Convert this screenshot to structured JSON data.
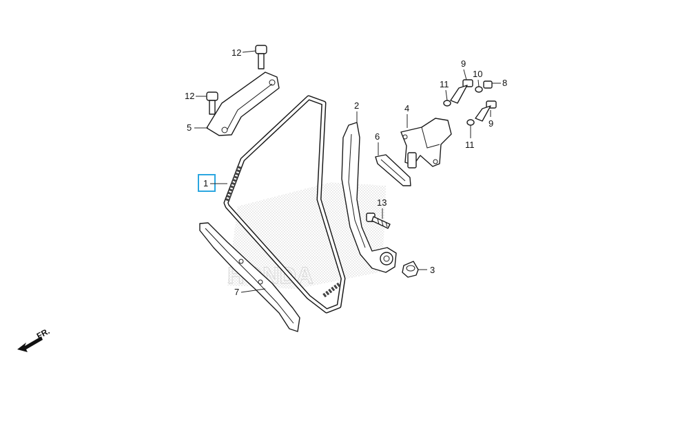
{
  "diagram": {
    "callouts": [
      {
        "id": "1",
        "label": "1"
      },
      {
        "id": "2",
        "label": "2"
      },
      {
        "id": "3",
        "label": "3"
      },
      {
        "id": "4",
        "label": "4"
      },
      {
        "id": "5",
        "label": "5"
      },
      {
        "id": "6",
        "label": "6"
      },
      {
        "id": "7",
        "label": "7"
      },
      {
        "id": "8",
        "label": "8"
      },
      {
        "id": "9a",
        "label": "9"
      },
      {
        "id": "9b",
        "label": "9"
      },
      {
        "id": "10",
        "label": "10"
      },
      {
        "id": "11a",
        "label": "11"
      },
      {
        "id": "11b",
        "label": "11"
      },
      {
        "id": "12a",
        "label": "12"
      },
      {
        "id": "12b",
        "label": "12"
      },
      {
        "id": "13",
        "label": "13"
      }
    ],
    "highlighted_callout": "1",
    "highlight_color": "#2aa6e0",
    "direction_indicator": {
      "label": "FR.",
      "icon": "arrow-left-down-icon"
    },
    "watermark_text": "HONDA"
  }
}
